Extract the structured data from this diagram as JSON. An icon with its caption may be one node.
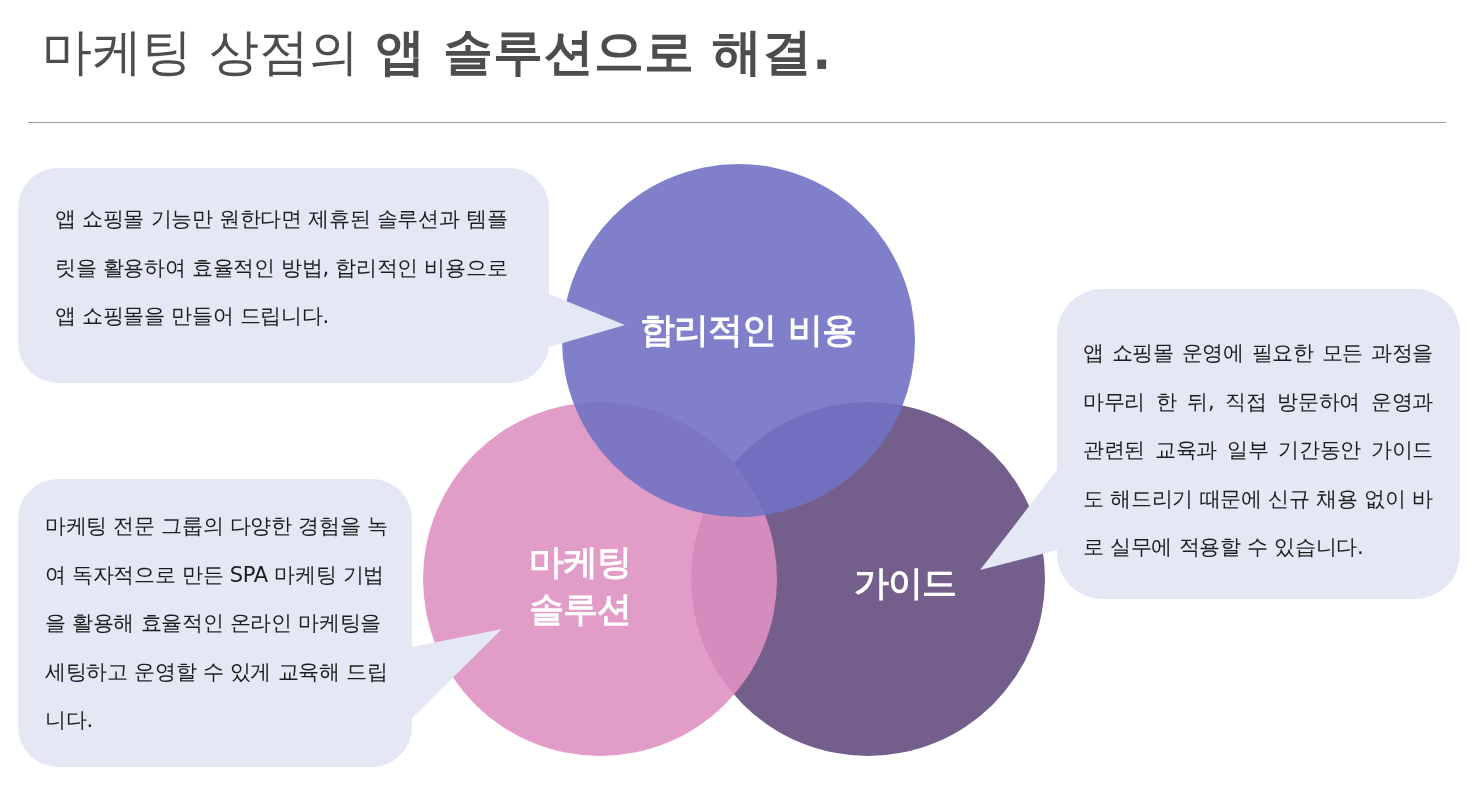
{
  "diagram": {
    "title": "마케팅 상점의 **앱 솔루션으로 해결.**",
    "nodes": [
      {
        "text": [
          "합리적인 비용"
        ]
      },
      {
        "text": [
          "마케팅 솔루션"
        ]
      },
      {
        "text": [
          "가이드"
        ]
      },
      {
        "text": [
          "앱 쇼핑몰 기능만 원한다면 제휴된 솔루션과 템플릿을 활용하여 효율적인 방법, 합리적인 비용으로 앱 쇼핑몰을 만들어 드립니다."
        ]
      },
      {
        "text": [
          "마케팅 전문 그룹의 다양한 경험을 녹여 독자적으로 만든 SPA 마케팅 기법을 활용해 효율적인 온라인 마케팅을 세팅하고 운영할 수 있게 교육해 드립니다."
        ]
      },
      {
        "text": [
          "앱 쇼핑몰 운영에 필요한 모든 과정을 마무리 한 뒤, 직접 방문하여 운영과 관련된 교육과 일부 기간동안 가이드도 해드리기 때문에 신규 채용 없이 바로 실무에 적용할 수 있습니다."
        ]
      }
    ]
  }
}
